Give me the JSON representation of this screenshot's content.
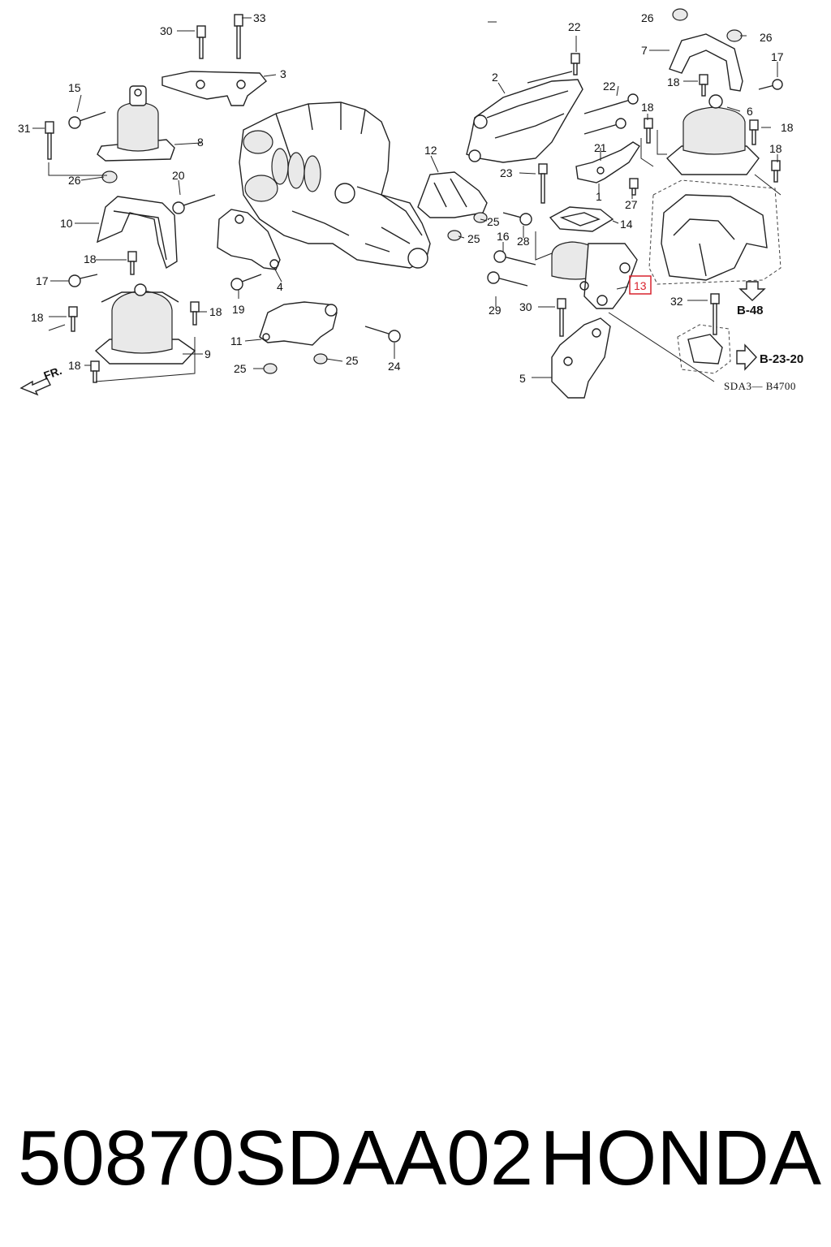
{
  "diagram": {
    "callouts": {
      "c1": "1",
      "c2": "2",
      "c3": "3",
      "c4": "4",
      "c5": "5",
      "c6": "6",
      "c7": "7",
      "c8": "8",
      "c9": "9",
      "c10": "10",
      "c11": "11",
      "c12": "12",
      "c13": "13",
      "c14": "14",
      "c15": "15",
      "c16": "16",
      "c17a": "17",
      "c17b": "17",
      "c18a": "18",
      "c18b": "18",
      "c18c": "18",
      "c18d": "18",
      "c18e": "18",
      "c18f": "18",
      "c18g": "18",
      "c18h": "18",
      "c19": "19",
      "c20": "20",
      "c21": "21",
      "c22a": "22",
      "c22b": "22",
      "c23": "23",
      "c24": "24",
      "c25a": "25",
      "c25b": "25",
      "c25c": "25",
      "c25d": "25",
      "c26a": "26",
      "c26b": "26",
      "c26c": "26",
      "c27": "27",
      "c28": "28",
      "c29": "29",
      "c30a": "30",
      "c30b": "30",
      "c31": "31",
      "c32": "32",
      "c33": "33"
    },
    "refs": {
      "b48": "B-48",
      "b2320": "B-23-20"
    },
    "front_label": "FR.",
    "diagram_code": "SDA3— B4700",
    "highlighted_part": "13",
    "highlight_color": "#d9232e"
  },
  "footer": {
    "part_number": "50870SDAA02",
    "brand": "HONDA"
  }
}
